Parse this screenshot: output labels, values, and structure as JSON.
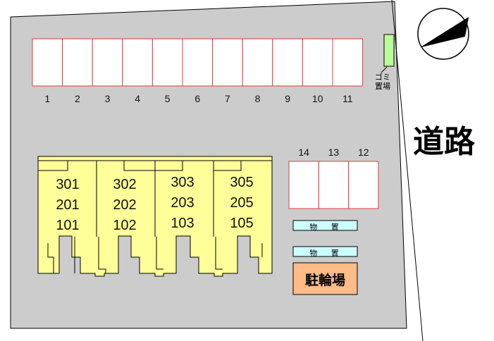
{
  "parking_top": [
    "1",
    "2",
    "3",
    "4",
    "5",
    "6",
    "7",
    "8",
    "9",
    "10",
    "11"
  ],
  "parking_right": [
    "14",
    "13",
    "12"
  ],
  "units": [
    [
      "301",
      "201",
      "101"
    ],
    [
      "302",
      "202",
      "102"
    ],
    [
      "303",
      "203",
      "103"
    ],
    [
      "305",
      "205",
      "105"
    ]
  ],
  "storage_label_1": "物 置",
  "storage_label_2": "物 置",
  "bike_parking_label": "駐輪場",
  "garbage_label_line1": "ゴミ",
  "garbage_label_line2": "置場",
  "road_label": "道路",
  "north_arrow": "compass-north-arrow-icon",
  "colors": {
    "lot": "#cccccc",
    "building": "#ffff99",
    "parking_border": "#e8383d",
    "storage": "#ccffff",
    "bike": "#ffbb88",
    "garbage": "#bbff99"
  }
}
